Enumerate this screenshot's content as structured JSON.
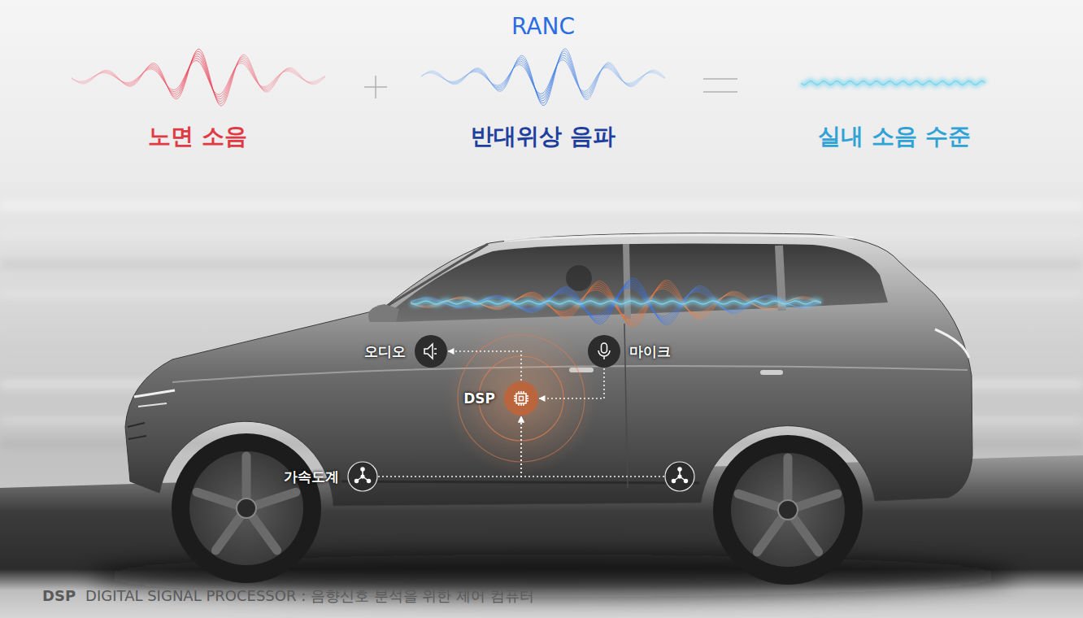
{
  "diagram": {
    "nodes": [
      {
        "text": [
          "오디오"
        ]
      },
      {
        "text": [
          "마이크"
        ]
      },
      {
        "text": [
          "DSP"
        ]
      },
      {
        "text": [
          "가속도계"
        ]
      },
      {
        "text": []
      }
    ],
    "edges": [
      {
        "from": 1,
        "to": 2,
        "arrow": "to"
      },
      {
        "from": 2,
        "to": 0,
        "arrow": "to"
      },
      {
        "from": 3,
        "to": 2,
        "arrow": "to"
      },
      {
        "from": 4,
        "to": 2,
        "arrow": "to"
      }
    ],
    "labels": [
      "RANC",
      "노면 소음",
      "반대위상 음파",
      "실내 소음 수준",
      "DSP",
      "DIGITAL SIGNAL PROCESSOR : 음향신호 분석을 위한 제어 컴퓨터"
    ]
  }
}
